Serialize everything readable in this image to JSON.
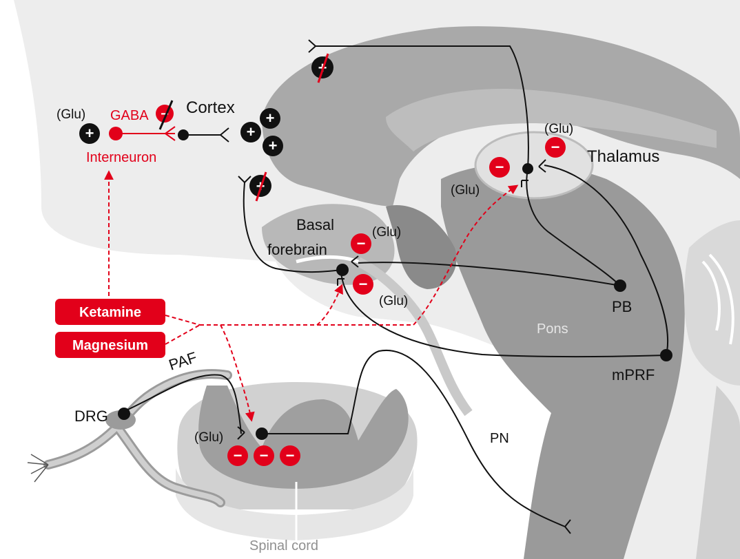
{
  "labels": {
    "cortex": "Cortex",
    "thalamus": "Thalamus",
    "basal": "Basal",
    "forebrain": "forebrain",
    "pb": "PB",
    "pons": "Pons",
    "mprf": "mPRF",
    "paf": "PAF",
    "drg": "DRG",
    "pn": "PN",
    "spinal_cord": "Spinal cord",
    "gaba": "GABA",
    "interneuron": "Interneuron",
    "glu": "(Glu)"
  },
  "drugs": {
    "ketamine": "Ketamine",
    "magnesium": "Magnesium"
  },
  "signs": {
    "plus": "+",
    "minus": "−"
  },
  "colors": {
    "accent": "#e2001a",
    "neuron": "#111111",
    "tissue_dark": "#a9a9a9",
    "tissue_light": "#d4d4d4",
    "label_grey": "#8f8f8f"
  }
}
